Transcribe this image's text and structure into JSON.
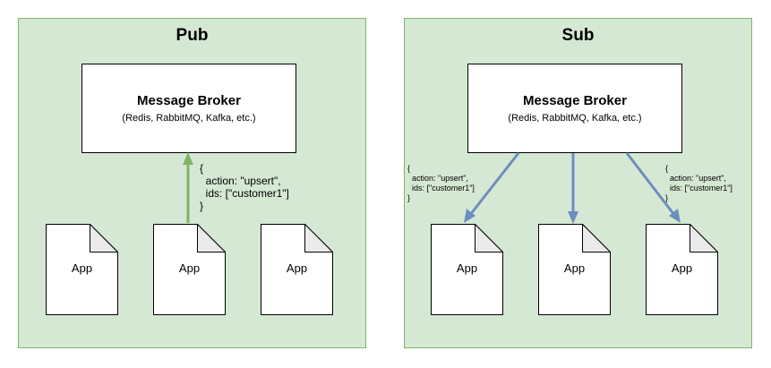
{
  "colors": {
    "panel_fill": "#d5e8d4",
    "panel_border": "#82b366",
    "pub_arrow": "#82b366",
    "sub_arrow": "#6c8ebf"
  },
  "pub": {
    "title": "Pub",
    "broker": {
      "title": "Message Broker",
      "subtitle": "(Redis, RabbitMQ, Kafka, etc.)"
    },
    "apps": [
      "App",
      "App",
      "App"
    ],
    "payload": "{\n  action: \"upsert\",\n  ids: [\"customer1\"]\n}"
  },
  "sub": {
    "title": "Sub",
    "broker": {
      "title": "Message Broker",
      "subtitle": "(Redis, RabbitMQ, Kafka, etc.)"
    },
    "apps": [
      "App",
      "App",
      "App"
    ],
    "payload_left": "{\n  action: \"upsert\",\n  ids: [\"customer1\"]\n}",
    "payload_right": "{\n  action: \"upsert\",\n  ids: [\"customer1\"]\n}"
  }
}
